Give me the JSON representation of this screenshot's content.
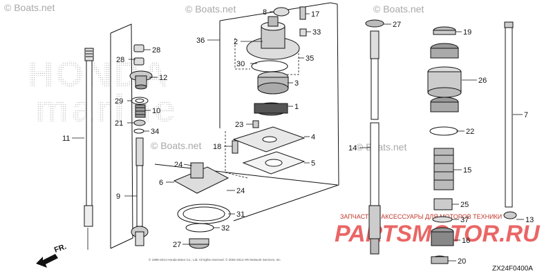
{
  "watermarks": {
    "site_top_left": "© Boats.net",
    "site_top_center": "© Boats.net",
    "site_top_right": "© Boats.net",
    "site_mid": "© Boats.net",
    "site_mid_right": "© Boats.net",
    "brand_line1": "HONDA",
    "brand_line2": "marine",
    "shop_text": "ЗАПЧАСТИ И АКСЕССУАРЫ ДЛЯ МОТОРОВ ТЕХНИКИ",
    "shop_logo": "PARTSMOTOR.RU",
    "copyright": "© 1999-2014 Honda Motor Co., Ltd. All rights reserved. © 2004-2014 ARI Network Services, Inc."
  },
  "direction": {
    "label": "FR."
  },
  "diagram_code": "ZX24F0400A",
  "callouts": {
    "c1": "1",
    "c2": "2",
    "c3": "3",
    "c4": "4",
    "c5": "5",
    "c6": "6",
    "c7": "7",
    "c8": "8",
    "c9": "9",
    "c10": "10",
    "c11": "11",
    "c12": "12",
    "c13": "13",
    "c14": "14",
    "c15": "15",
    "c16": "16",
    "c17": "17",
    "c18": "18",
    "c19": "19",
    "c20": "20",
    "c21": "21",
    "c22": "22",
    "c23": "23",
    "c24a": "24",
    "c24b": "24",
    "c25": "25",
    "c26": "26",
    "c27a": "27",
    "c27b": "27",
    "c28a": "28",
    "c28b": "28",
    "c29": "29",
    "c30": "30",
    "c31": "31",
    "c32": "32",
    "c33": "33",
    "c34": "34",
    "c35": "35",
    "c36": "36",
    "c37": "37"
  }
}
